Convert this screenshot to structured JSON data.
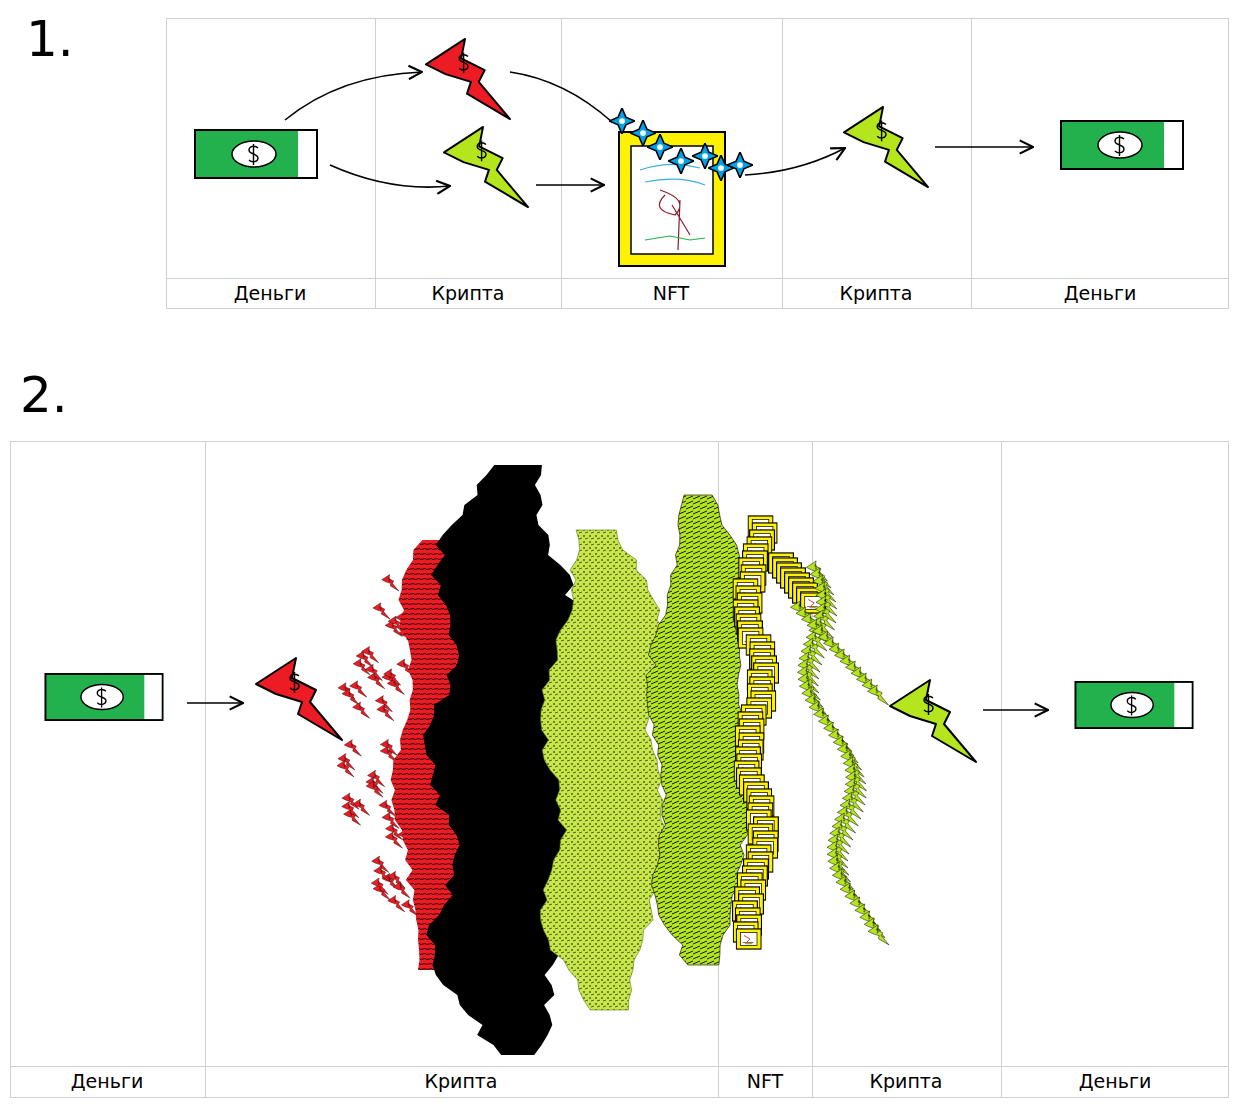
{
  "diagram": {
    "labels": [
      "1.",
      "Деньги",
      "Крипта",
      "NFT",
      "Крипта",
      "Деньги",
      "2.",
      "Деньги",
      "Крипта",
      "NFT",
      "Крипта",
      "Деньги"
    ]
  }
}
